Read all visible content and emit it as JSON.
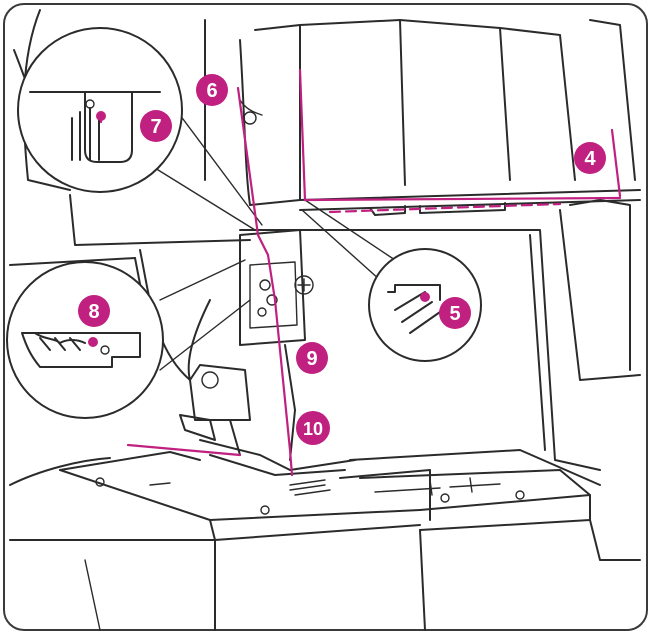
{
  "diagram": {
    "accent_color": "#c0207f",
    "line_color": "#2b2b2b",
    "callouts": [
      {
        "id": "step-4",
        "label": "4"
      },
      {
        "id": "step-5",
        "label": "5"
      },
      {
        "id": "step-6",
        "label": "6"
      },
      {
        "id": "step-7",
        "label": "7"
      },
      {
        "id": "step-8",
        "label": "8"
      },
      {
        "id": "step-9",
        "label": "9"
      },
      {
        "id": "step-10",
        "label": "10"
      }
    ],
    "insets": [
      {
        "id": "guide-7-detail",
        "icon": "thread-guide-icon"
      },
      {
        "id": "guide-8-detail",
        "icon": "looper-guide-icon"
      },
      {
        "id": "guide-5-detail",
        "icon": "tension-guide-icon"
      }
    ]
  }
}
